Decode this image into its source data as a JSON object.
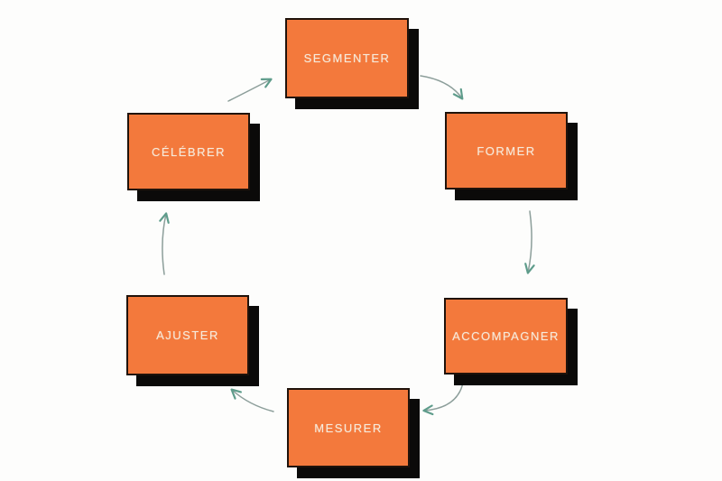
{
  "diagram": {
    "type": "cycle",
    "nodes": [
      {
        "id": "segmenter",
        "label": "SEGMENTER",
        "position": "top"
      },
      {
        "id": "former",
        "label": "FORMER",
        "position": "top-right"
      },
      {
        "id": "accompagner",
        "label": "ACCOMPAGNER",
        "position": "bottom-right"
      },
      {
        "id": "mesurer",
        "label": "MESURER",
        "position": "bottom"
      },
      {
        "id": "ajuster",
        "label": "AJUSTER",
        "position": "bottom-left"
      },
      {
        "id": "celebrer",
        "label": "CÉLÉBRER",
        "position": "top-left"
      }
    ],
    "edges": [
      {
        "from": "SEGMENTER",
        "to": "FORMER"
      },
      {
        "from": "FORMER",
        "to": "ACCOMPAGNER"
      },
      {
        "from": "ACCOMPAGNER",
        "to": "MESURER"
      },
      {
        "from": "MESURER",
        "to": "AJUSTER"
      },
      {
        "from": "AJUSTER",
        "to": "CÉLÉBRER"
      },
      {
        "from": "CÉLÉBRER",
        "to": "SEGMENTER"
      }
    ],
    "colors": {
      "box_fill": "#F3793C",
      "box_border": "#20130B",
      "box_shadow": "#0B0A09",
      "label_text": "#F6EADB",
      "arrow_line": "#8C9E9A",
      "arrow_head": "#5E9C8B",
      "background": "#FDFDFC"
    }
  }
}
